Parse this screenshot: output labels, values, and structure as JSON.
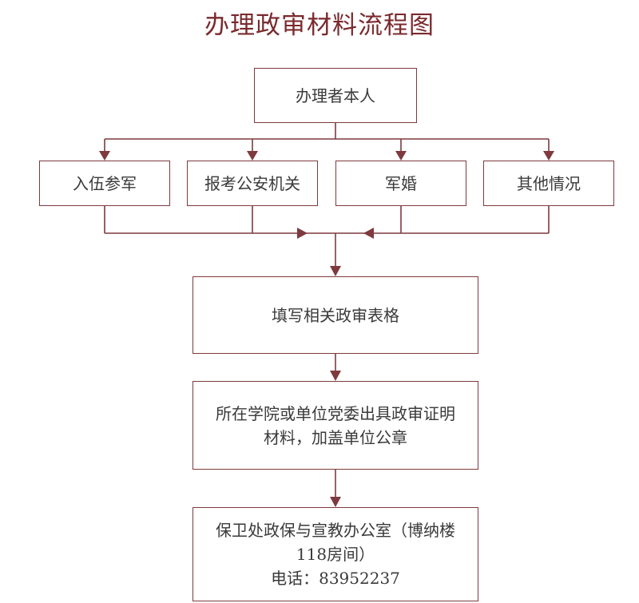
{
  "diagram": {
    "title": "办理政审材料流程图",
    "nodes": {
      "applicant": "办理者本人",
      "case_enlist": "入伍参军",
      "case_police": "报考公安机关",
      "case_military_marriage": "军婚",
      "case_other": "其他情况",
      "fill_form": "填写相关政审表格",
      "college_proof": {
        "line1": "所在学院或单位党委出具政审证明",
        "line2": "材料，加盖单位公章"
      },
      "security_office": {
        "line1": "保卫处政保与宣教办公室（博纳楼",
        "line2": "118房间）",
        "line3": "电话：83952237"
      }
    },
    "colors": {
      "title": "#7a2a2e",
      "border": "#7e3a3e",
      "connector": "#7e3a3e",
      "text": "#3a3a3a"
    }
  }
}
